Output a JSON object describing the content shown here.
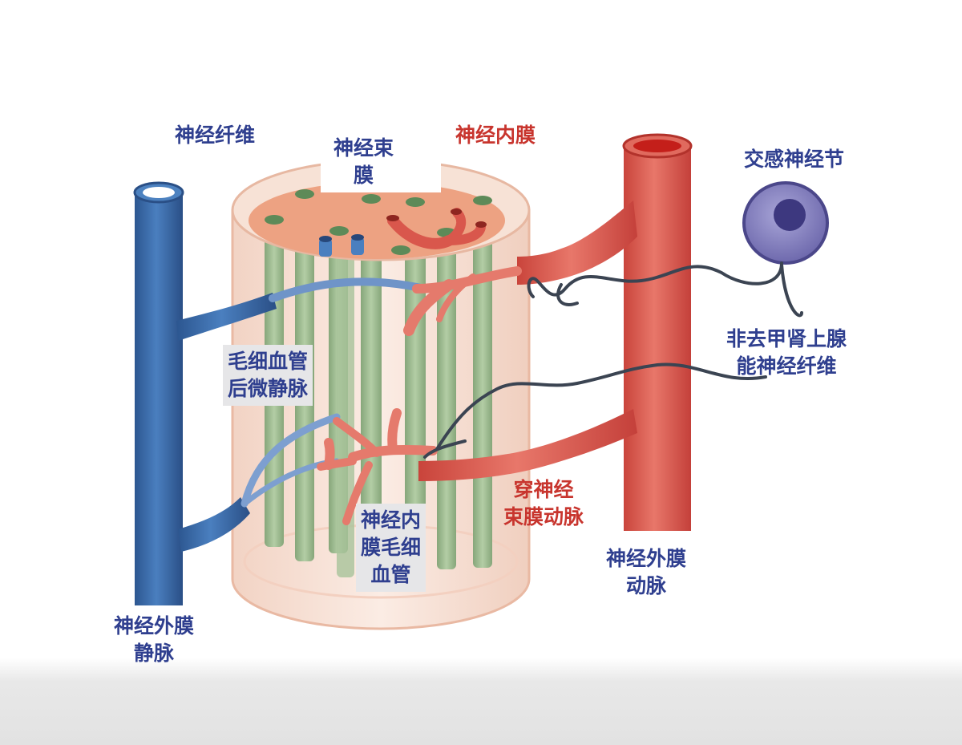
{
  "labels": {
    "nerve_fiber": "神经纤维",
    "perineurium_l1": "神经束",
    "perineurium_l2": "膜",
    "endoneurium": "神经内膜",
    "sympathetic_ganglion": "交感神经节",
    "noradrenergic_l1": "非去甲肾上腺",
    "noradrenergic_l2": "能神经纤维",
    "postcap_venule_l1": "毛细血管",
    "postcap_venule_l2": "后微静脉",
    "transperineurial_l1": "穿神经",
    "transperineurial_l2": "束膜动脉",
    "endo_capillary_l1": "神经内",
    "endo_capillary_l2": "膜毛细",
    "endo_capillary_l3": "血管",
    "epi_artery_l1": "神经外膜",
    "epi_artery_l2": "动脉",
    "epi_vein_l1": "神经外膜",
    "epi_vein_l2": "静脉"
  },
  "colors": {
    "vein": "#3a6aa8",
    "artery": "#d9574c",
    "fiber": "#9dbb8f",
    "sheath": "#f6ddd0",
    "endoneurium": "#eea888",
    "ganglion": "#8a86c4",
    "nerve_line": "#3b4452"
  }
}
